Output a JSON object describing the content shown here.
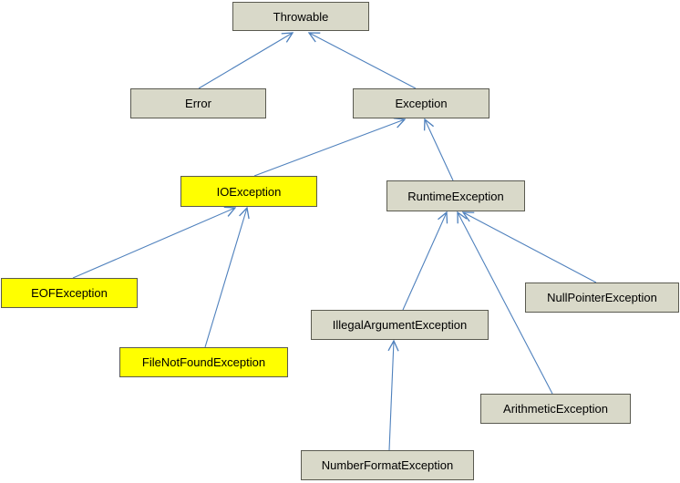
{
  "diagram": {
    "kind": "class-hierarchy",
    "nodes": {
      "throwable": {
        "label": "Throwable",
        "color": "gray"
      },
      "error": {
        "label": "Error",
        "color": "gray"
      },
      "exception": {
        "label": "Exception",
        "color": "gray"
      },
      "ioexception": {
        "label": "IOException",
        "color": "yellow"
      },
      "runtimeexception": {
        "label": "RuntimeException",
        "color": "gray"
      },
      "eofexception": {
        "label": "EOFException",
        "color": "yellow"
      },
      "filenotfoundexception": {
        "label": "FileNotFoundException",
        "color": "yellow"
      },
      "illegalargumentexception": {
        "label": "IllegalArgumentException",
        "color": "gray"
      },
      "nullpointerexception": {
        "label": "NullPointerException",
        "color": "gray"
      },
      "arithmeticexception": {
        "label": "ArithmeticException",
        "color": "gray"
      },
      "numberformatexception": {
        "label": "NumberFormatException",
        "color": "gray"
      }
    },
    "edges": [
      {
        "from": "Error",
        "to": "Throwable"
      },
      {
        "from": "Exception",
        "to": "Throwable"
      },
      {
        "from": "IOException",
        "to": "Exception"
      },
      {
        "from": "RuntimeException",
        "to": "Exception"
      },
      {
        "from": "EOFException",
        "to": "IOException"
      },
      {
        "from": "FileNotFoundException",
        "to": "IOException"
      },
      {
        "from": "IllegalArgumentException",
        "to": "RuntimeException"
      },
      {
        "from": "NullPointerException",
        "to": "RuntimeException"
      },
      {
        "from": "ArithmeticException",
        "to": "RuntimeException"
      },
      {
        "from": "NumberFormatException",
        "to": "IllegalArgumentException"
      }
    ],
    "colors": {
      "gray_fill": "#d9d9c9",
      "yellow_fill": "#ffff00",
      "border": "#5a5a50",
      "arrow": "#4f81bd",
      "background": "#ffffff"
    }
  }
}
